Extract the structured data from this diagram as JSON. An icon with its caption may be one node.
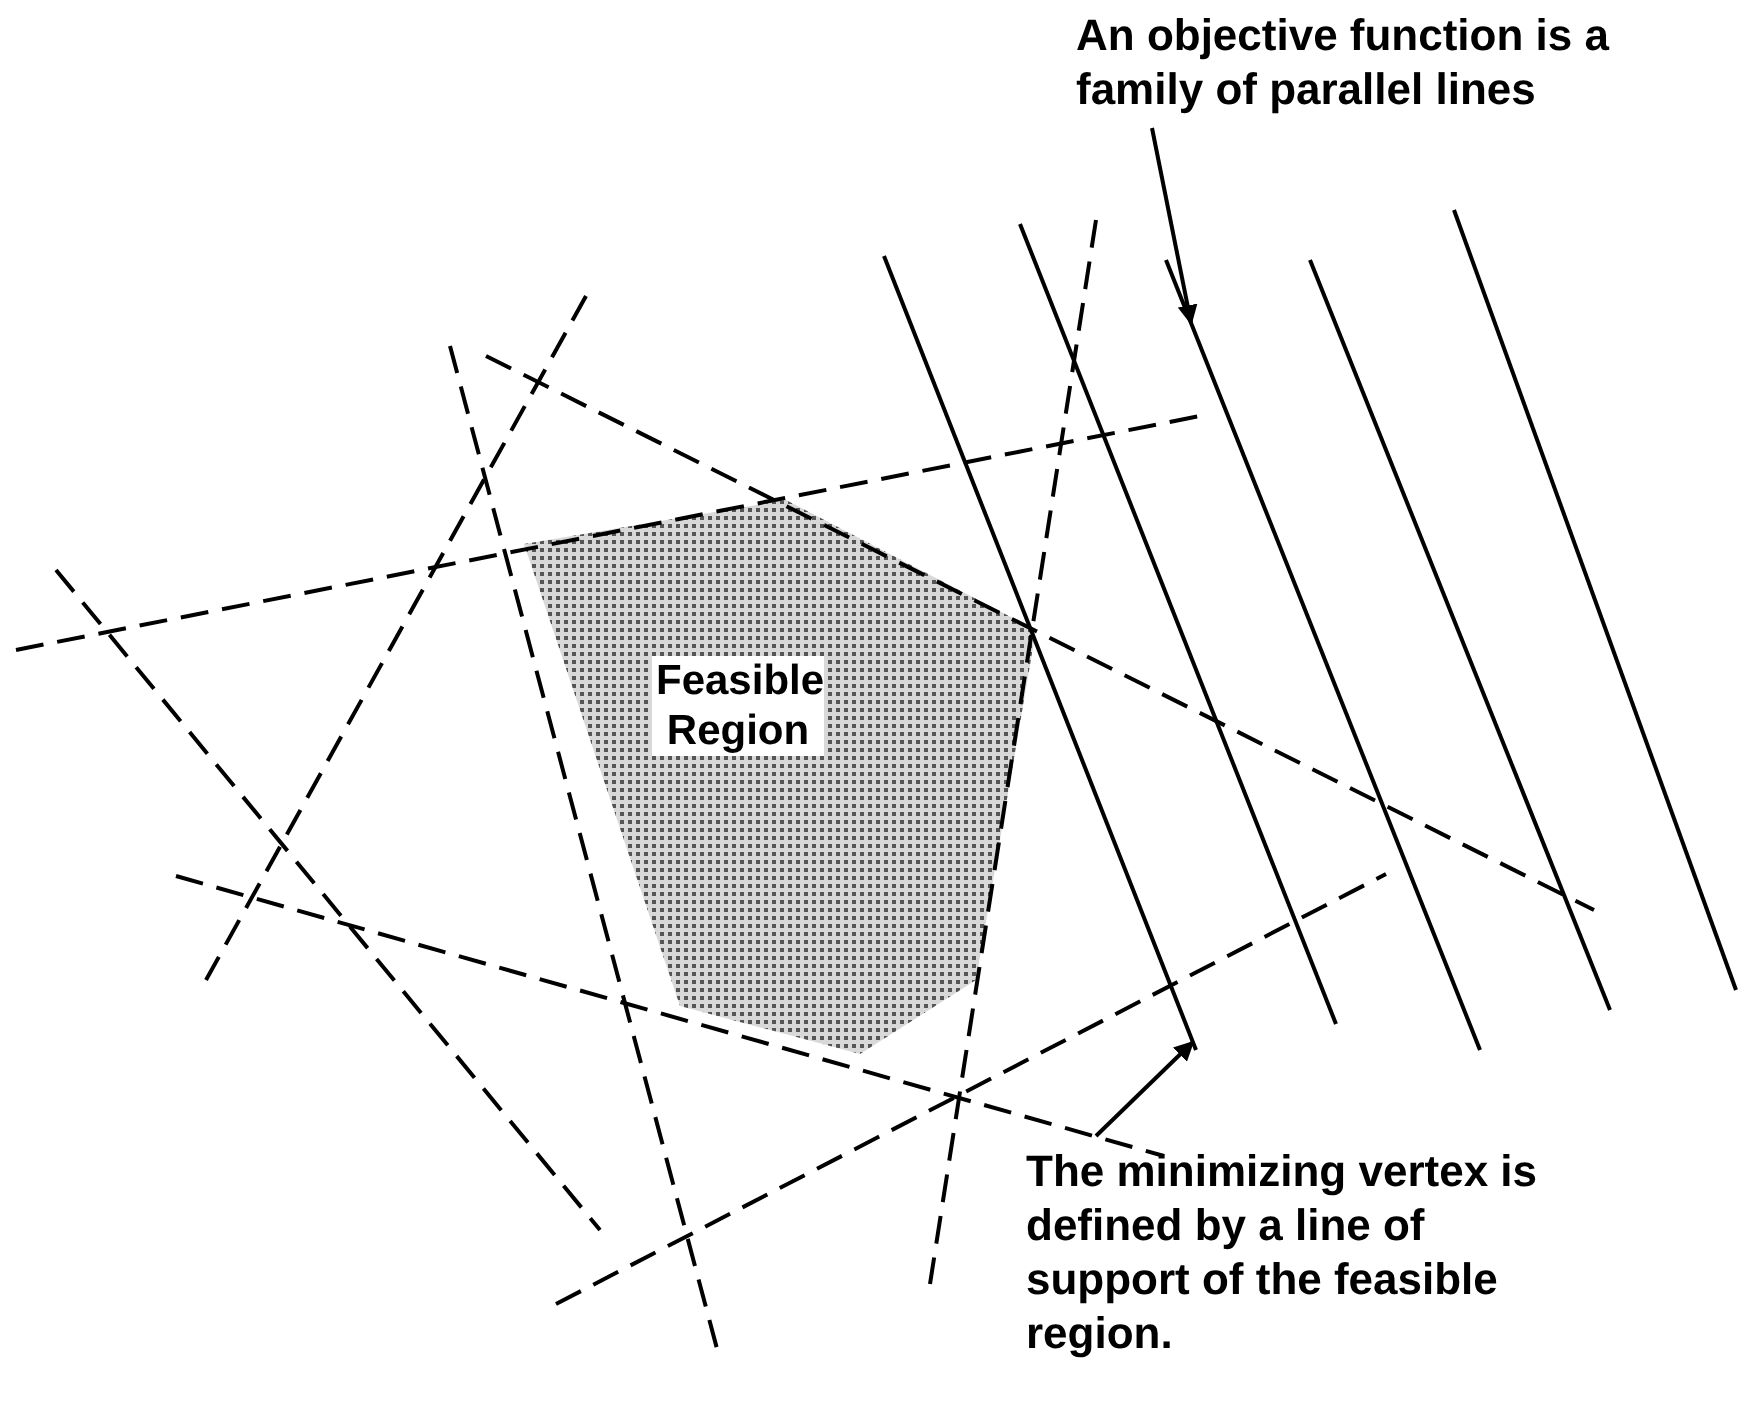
{
  "diagram": {
    "nodes": [
      {
        "text": [
          "An objective function is a family of parallel lines"
        ]
      },
      {
        "text": [],
        "shape": "line"
      },
      {
        "text": [
          "Feasible Region"
        ]
      },
      {
        "text": [
          "The minimizing vertex is defined by a line of support of the feasible region."
        ]
      },
      {
        "text": [],
        "shape": "line"
      }
    ],
    "edges": [
      {
        "from": 0,
        "to": 1,
        "arrow": "to"
      },
      {
        "from": 3,
        "to": 4,
        "arrow": "to"
      }
    ]
  }
}
